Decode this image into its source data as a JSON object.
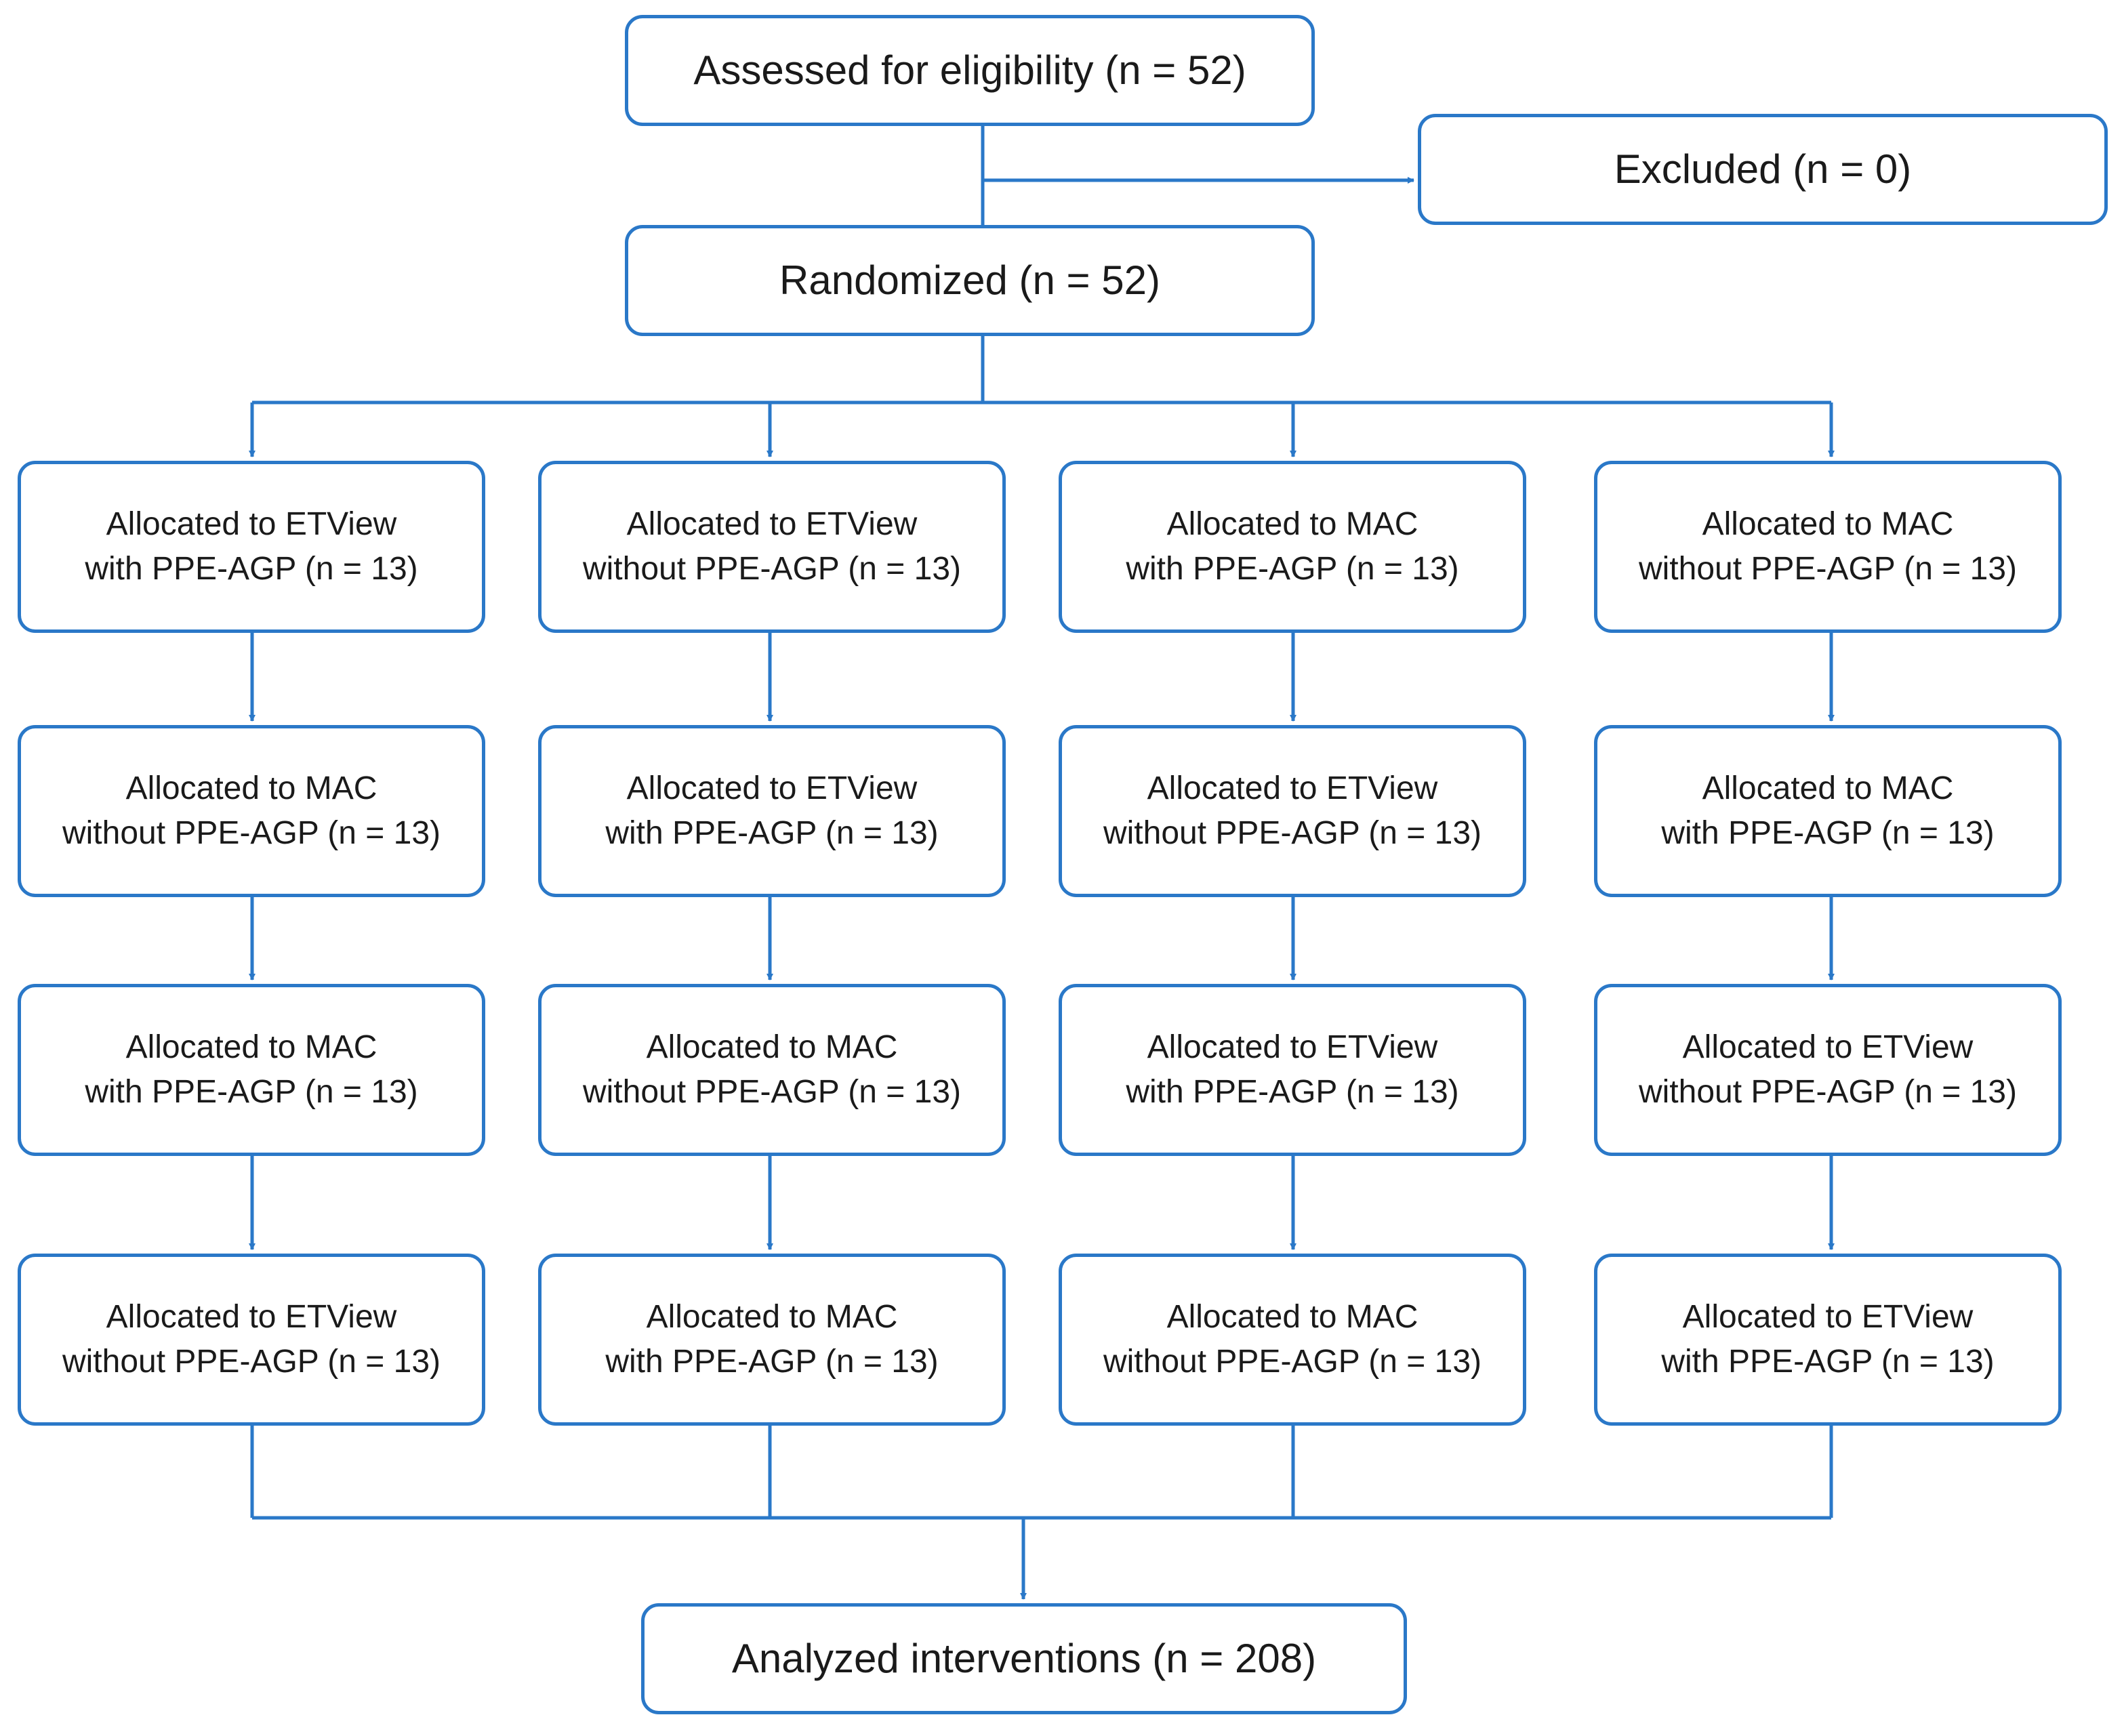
{
  "colors": {
    "stroke": "#2a78c8",
    "text": "#1a1a1a",
    "background": "#ffffff"
  },
  "assessed": "Assessed for eligibility (n = 52)",
  "excluded": "Excluded (n = 0)",
  "randomized": "Randomized (n = 52)",
  "analyzed": "Analyzed interventions (n = 208)",
  "columns": [
    {
      "steps": [
        {
          "line1": "Allocated to ETView",
          "line2": "with PPE-AGP (n = 13)"
        },
        {
          "line1": "Allocated to MAC",
          "line2": "without PPE-AGP (n = 13)"
        },
        {
          "line1": "Allocated to MAC",
          "line2": "with PPE-AGP (n = 13)"
        },
        {
          "line1": "Allocated to ETView",
          "line2": "without PPE-AGP (n = 13)"
        }
      ]
    },
    {
      "steps": [
        {
          "line1": "Allocated to ETView",
          "line2": "without PPE-AGP (n = 13)"
        },
        {
          "line1": "Allocated to ETView",
          "line2": "with PPE-AGP (n = 13)"
        },
        {
          "line1": "Allocated to MAC",
          "line2": "without PPE-AGP (n = 13)"
        },
        {
          "line1": "Allocated to MAC",
          "line2": "with PPE-AGP (n = 13)"
        }
      ]
    },
    {
      "steps": [
        {
          "line1": "Allocated to MAC",
          "line2": "with PPE-AGP (n = 13)"
        },
        {
          "line1": "Allocated to ETView",
          "line2": "without PPE-AGP (n = 13)"
        },
        {
          "line1": "Allocated to ETView",
          "line2": "with PPE-AGP (n = 13)"
        },
        {
          "line1": "Allocated to MAC",
          "line2": "without PPE-AGP (n = 13)"
        }
      ]
    },
    {
      "steps": [
        {
          "line1": "Allocated to MAC",
          "line2": "without PPE-AGP (n = 13)"
        },
        {
          "line1": "Allocated to MAC",
          "line2": "with PPE-AGP (n = 13)"
        },
        {
          "line1": "Allocated to ETView",
          "line2": "without PPE-AGP (n = 13)"
        },
        {
          "line1": "Allocated to ETView",
          "line2": "with PPE-AGP (n = 13)"
        }
      ]
    }
  ]
}
